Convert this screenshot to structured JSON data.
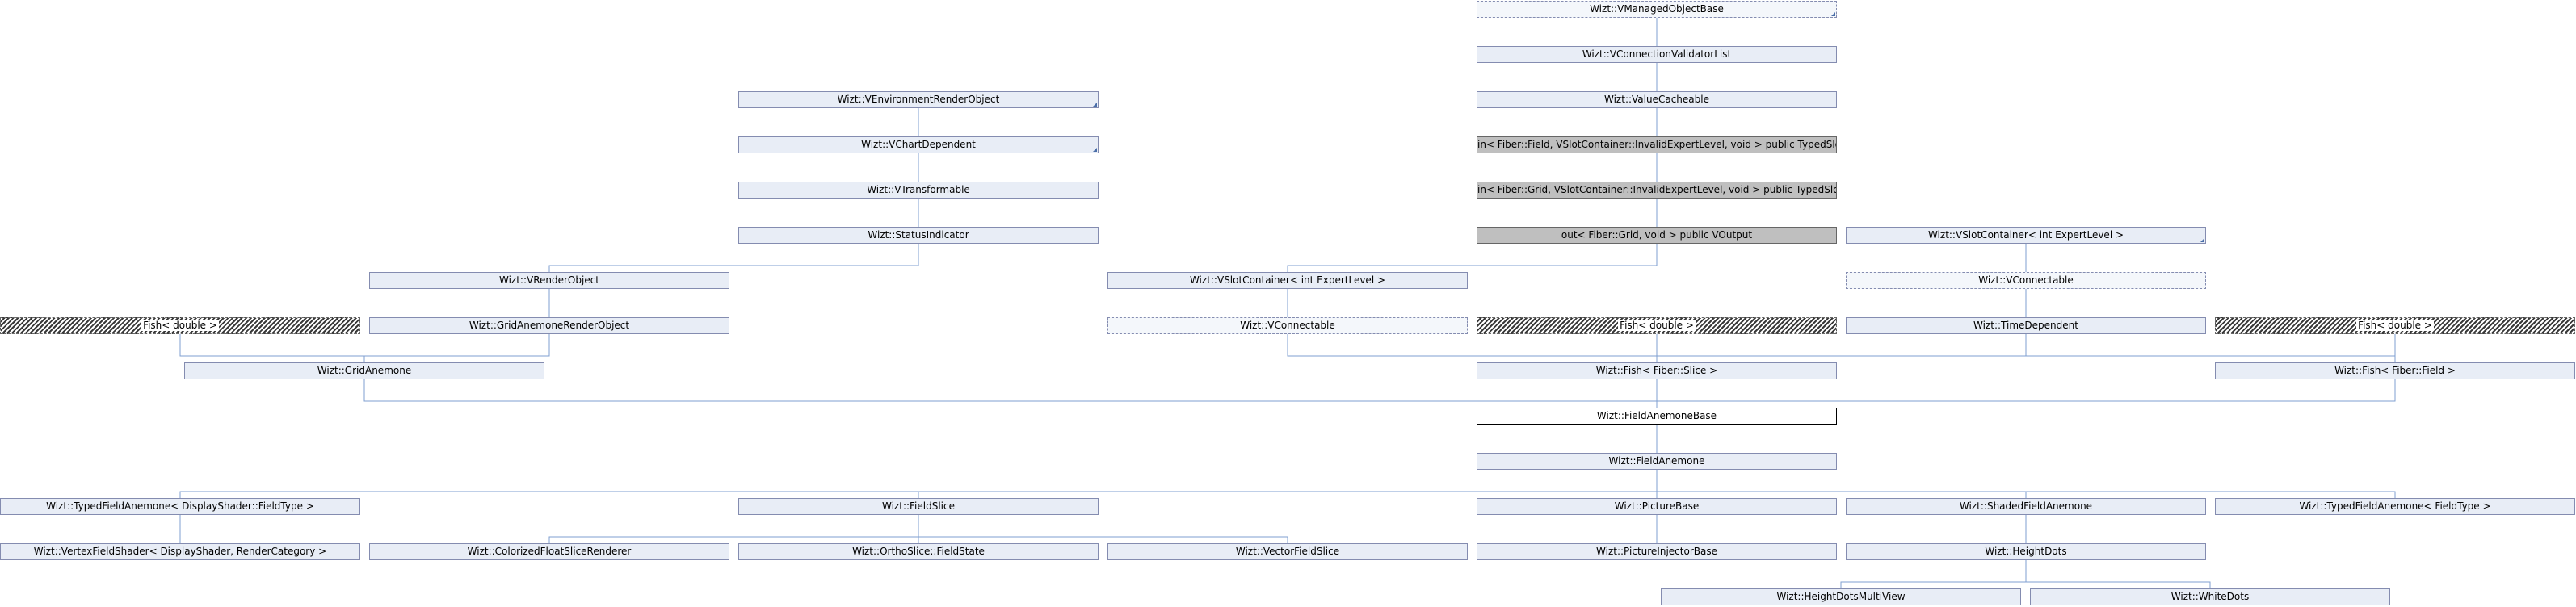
{
  "nodes": [
    {
      "id": "vmanaged",
      "label": "Wizt::VManagedObjectBase",
      "style": "dashed trunc"
    },
    {
      "id": "vconnvalid",
      "label": "Wizt::VConnectionValidatorList",
      "style": ""
    },
    {
      "id": "valuecache",
      "label": "Wizt::ValueCacheable",
      "style": ""
    },
    {
      "id": "infield",
      "label": "in< Fiber::Field, VSlotContainer::InvalidExpertLevel, void > public TypedSlot",
      "style": "grey"
    },
    {
      "id": "ingrid",
      "label": "in< Fiber::Grid, VSlotContainer::InvalidExpertLevel, void > public TypedSlot",
      "style": "grey"
    },
    {
      "id": "outgrid",
      "label": "out< Fiber::Grid, void > public VOutput",
      "style": "grey"
    },
    {
      "id": "venvrender",
      "label": "Wizt::VEnvironmentRenderObject",
      "style": "trunc"
    },
    {
      "id": "vchartdep",
      "label": "Wizt::VChartDependent",
      "style": "trunc"
    },
    {
      "id": "vtransform",
      "label": "Wizt::VTransformable",
      "style": ""
    },
    {
      "id": "statusind",
      "label": "Wizt::StatusIndicator",
      "style": ""
    },
    {
      "id": "vslotcont2",
      "label": "Wizt::VSlotContainer< int ExpertLevel >",
      "style": "trunc"
    },
    {
      "id": "vrender",
      "label": "Wizt::VRenderObject",
      "style": ""
    },
    {
      "id": "vslotcont1",
      "label": "Wizt::VSlotContainer< int ExpertLevel >",
      "style": ""
    },
    {
      "id": "vconnectable2",
      "label": "Wizt::VConnectable",
      "style": "dashed"
    },
    {
      "id": "fish1",
      "label": "Fish< double >",
      "style": "hatch"
    },
    {
      "id": "gridanemrender",
      "label": "Wizt::GridAnemoneRenderObject",
      "style": ""
    },
    {
      "id": "vconnectable1",
      "label": "Wizt::VConnectable",
      "style": "dashed"
    },
    {
      "id": "fish2",
      "label": "Fish< double >",
      "style": "hatch"
    },
    {
      "id": "timedep",
      "label": "Wizt::TimeDependent",
      "style": ""
    },
    {
      "id": "fish3",
      "label": "Fish< double >",
      "style": "hatch"
    },
    {
      "id": "gridanemone",
      "label": "Wizt::GridAnemone",
      "style": ""
    },
    {
      "id": "fishslice",
      "label": "Wizt::Fish< Fiber::Slice >",
      "style": ""
    },
    {
      "id": "fishfield",
      "label": "Wizt::Fish< Fiber::Field >",
      "style": ""
    },
    {
      "id": "fieldanembase",
      "label": "Wizt::FieldAnemoneBase",
      "style": "white"
    },
    {
      "id": "fieldanemone",
      "label": "Wizt::FieldAnemone",
      "style": ""
    },
    {
      "id": "typedfield1",
      "label": "Wizt::TypedFieldAnemone< DisplayShader::FieldType >",
      "style": ""
    },
    {
      "id": "fieldslice",
      "label": "Wizt::FieldSlice",
      "style": ""
    },
    {
      "id": "picturebase",
      "label": "Wizt::PictureBase",
      "style": ""
    },
    {
      "id": "shadedfield",
      "label": "Wizt::ShadedFieldAnemone",
      "style": ""
    },
    {
      "id": "typedfield2",
      "label": "Wizt::TypedFieldAnemone< FieldType >",
      "style": ""
    },
    {
      "id": "vertexshader",
      "label": "Wizt::VertexFieldShader< DisplayShader, RenderCategory >",
      "style": ""
    },
    {
      "id": "colorized",
      "label": "Wizt::ColorizedFloatSliceRenderer",
      "style": ""
    },
    {
      "id": "orthoslice",
      "label": "Wizt::OrthoSlice::FieldState",
      "style": ""
    },
    {
      "id": "vectorslice",
      "label": "Wizt::VectorFieldSlice",
      "style": ""
    },
    {
      "id": "pictureinj",
      "label": "Wizt::PictureInjectorBase",
      "style": ""
    },
    {
      "id": "heightdots",
      "label": "Wizt::HeightDots",
      "style": ""
    },
    {
      "id": "heightmulti",
      "label": "Wizt::HeightDotsMultiView",
      "style": ""
    },
    {
      "id": "whitedots",
      "label": "Wizt::WhiteDots",
      "style": ""
    }
  ],
  "edges": [
    [
      "fish1",
      "gridanemone"
    ],
    [
      "gridanemrender",
      "gridanemone"
    ],
    [
      "vrender",
      "gridanemrender"
    ],
    [
      "venvrender",
      "vrender"
    ],
    [
      "vchartdep",
      "vrender"
    ],
    [
      "vtransform",
      "vrender"
    ],
    [
      "statusind",
      "vrender"
    ],
    [
      "vmanaged",
      "vslotcont1"
    ],
    [
      "vconnvalid",
      "vslotcont1"
    ],
    [
      "valuecache",
      "vslotcont1"
    ],
    [
      "infield",
      "vslotcont1"
    ],
    [
      "ingrid",
      "vslotcont1"
    ],
    [
      "outgrid",
      "vslotcont1"
    ],
    [
      "vslotcont2",
      "vconnectable2"
    ],
    [
      "vconnectable2",
      "timedep"
    ],
    [
      "fish2",
      "fishslice"
    ],
    [
      "vconnectable1",
      "fishslice"
    ],
    [
      "vslotcont1",
      "fishslice"
    ],
    [
      "timedep",
      "fishslice"
    ],
    [
      "fish3",
      "fishfield"
    ],
    [
      "timedep",
      "fishfield"
    ],
    [
      "fishslice",
      "fieldanembase"
    ],
    [
      "gridanemone",
      "fieldanembase"
    ],
    [
      "fishfield",
      "fieldanembase"
    ],
    [
      "fieldanembase",
      "fieldanemone"
    ],
    [
      "fieldanemone",
      "typedfield1"
    ],
    [
      "fieldanemone",
      "fieldslice"
    ],
    [
      "fieldanemone",
      "picturebase"
    ],
    [
      "fieldanemone",
      "shadedfield"
    ],
    [
      "fieldanemone",
      "typedfield2"
    ],
    [
      "typedfield1",
      "vertexshader"
    ],
    [
      "fieldslice",
      "colorized"
    ],
    [
      "fieldslice",
      "orthoslice"
    ],
    [
      "fieldslice",
      "vectorslice"
    ],
    [
      "picturebase",
      "pictureinj"
    ],
    [
      "shadedfield",
      "heightdots"
    ],
    [
      "heightdots",
      "heightmulti"
    ],
    [
      "heightdots",
      "whitedots"
    ]
  ]
}
